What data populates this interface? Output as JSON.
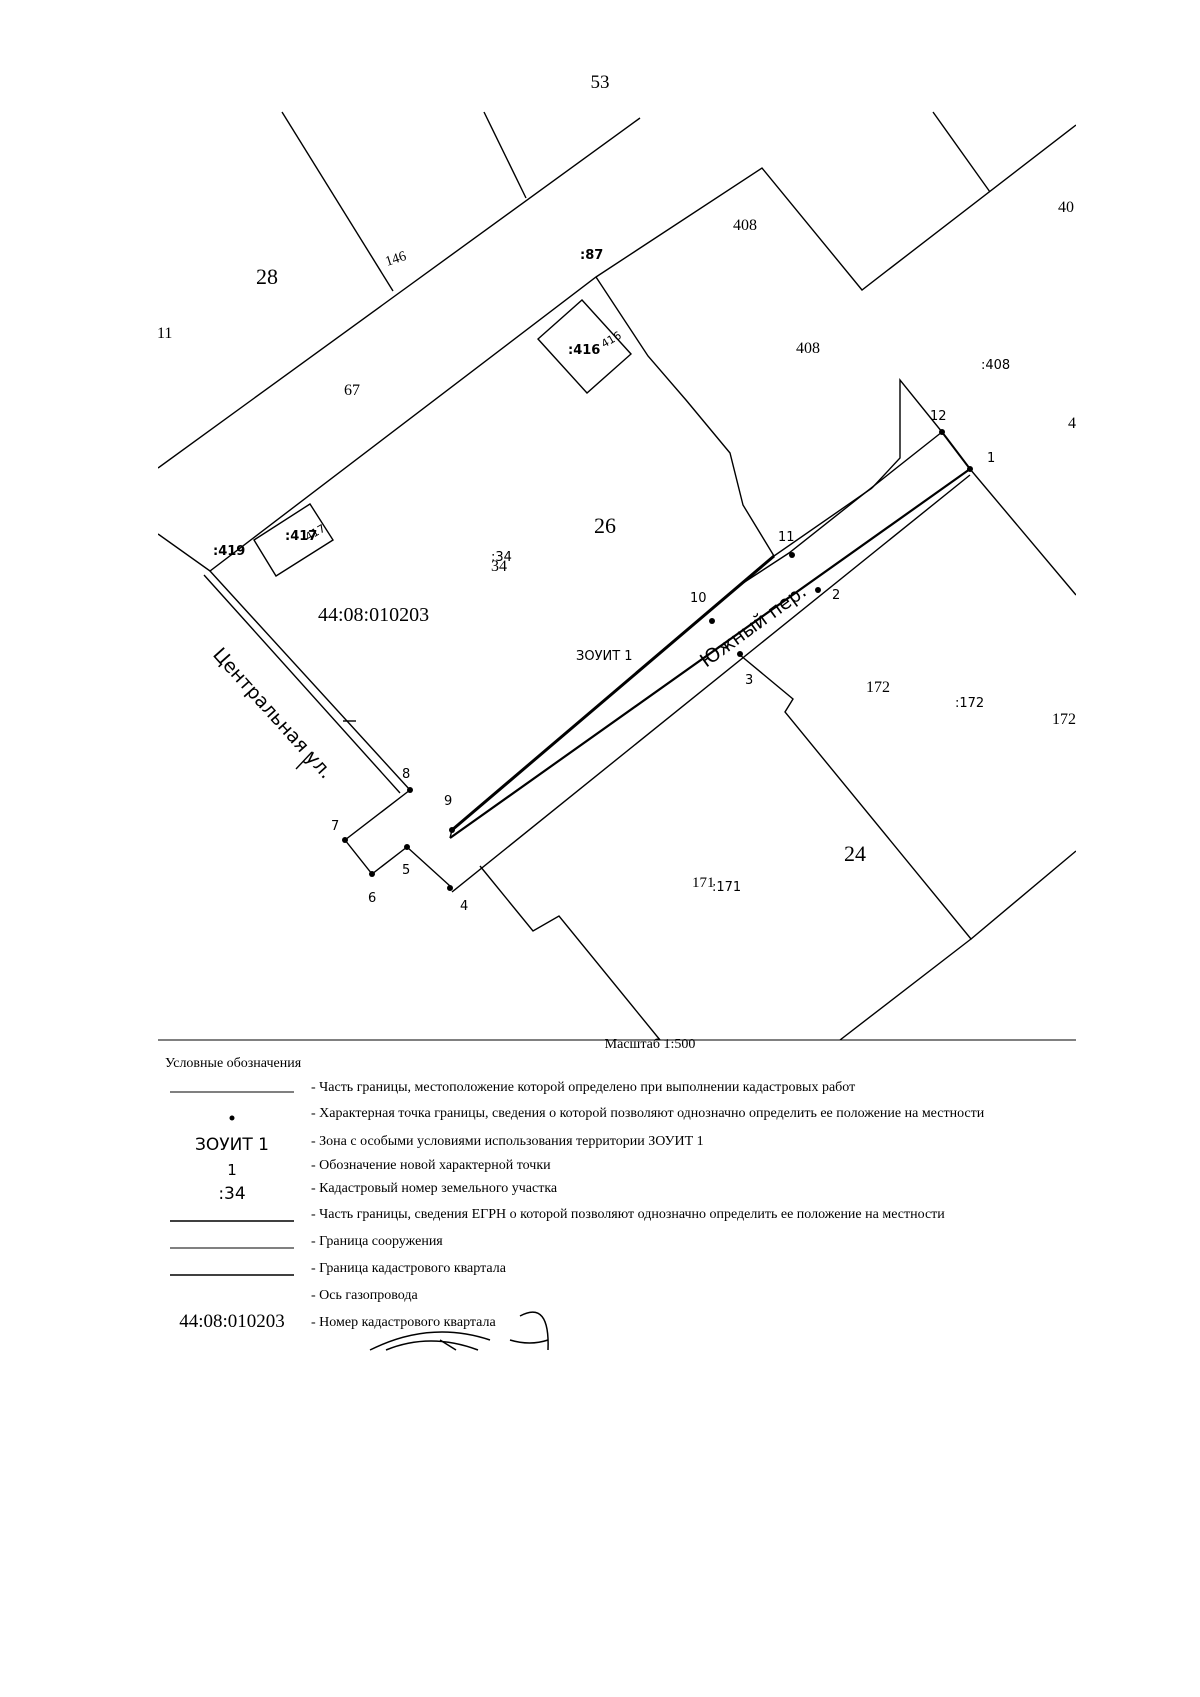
{
  "page_number": "53",
  "map": {
    "parcel_numbers": {
      "n28": "28",
      "n146": "146",
      "n87": ":87",
      "n408a": "408",
      "n40": "40",
      "n11left": "11",
      "n416": ":416",
      "n416b": "416",
      "n408b": "408",
      "n408c": ":408",
      "n67": "67",
      "n4": "4",
      "n417": ":417",
      "n417b": "417",
      "n419": ":419",
      "n26": "26",
      "n34a": ":34",
      "n34b": "34",
      "n172a": "172",
      "n172b": ":172",
      "n172c": "172",
      "n24": "24",
      "n171a": "171",
      "n171b": ":171"
    },
    "quarter_number": "44:08:010203",
    "zone_label": "ЗОУИТ 1",
    "street_central": "Центральная ул.",
    "street_south": "Южный пер.",
    "points": [
      "1",
      "2",
      "3",
      "4",
      "5",
      "6",
      "7",
      "8",
      "9",
      "10",
      "11",
      "12"
    ]
  },
  "scale": "Масштаб 1:500",
  "legend": {
    "heading": "Условные обозначения",
    "items": [
      {
        "symbol": "",
        "text": "- Часть границы, местоположение которой определено при выполнении кадастровых работ"
      },
      {
        "symbol": "•",
        "text": "- Характерная точка границы, сведения о которой позволяют однозначно определить ее положение на местности"
      },
      {
        "symbol": "ЗОУИТ 1",
        "text": "- Зона с особыми условиями использования территории ЗОУИТ 1"
      },
      {
        "symbol": "1",
        "text": "- Обозначение новой характерной точки"
      },
      {
        "symbol": ":34",
        "text": "- Кадастровый номер земельного участка"
      },
      {
        "symbol": "",
        "text": "- Часть границы, сведения ЕГРН о которой позволяют однозначно определить ее положение на местности"
      },
      {
        "symbol": "",
        "text": "- Граница сооружения"
      },
      {
        "symbol": "",
        "text": "- Граница кадастрового квартала"
      },
      {
        "symbol": "",
        "text": "- Ось газопровода"
      },
      {
        "symbol": "44:08:010203",
        "text": "- Номер кадастрового квартала"
      }
    ]
  }
}
